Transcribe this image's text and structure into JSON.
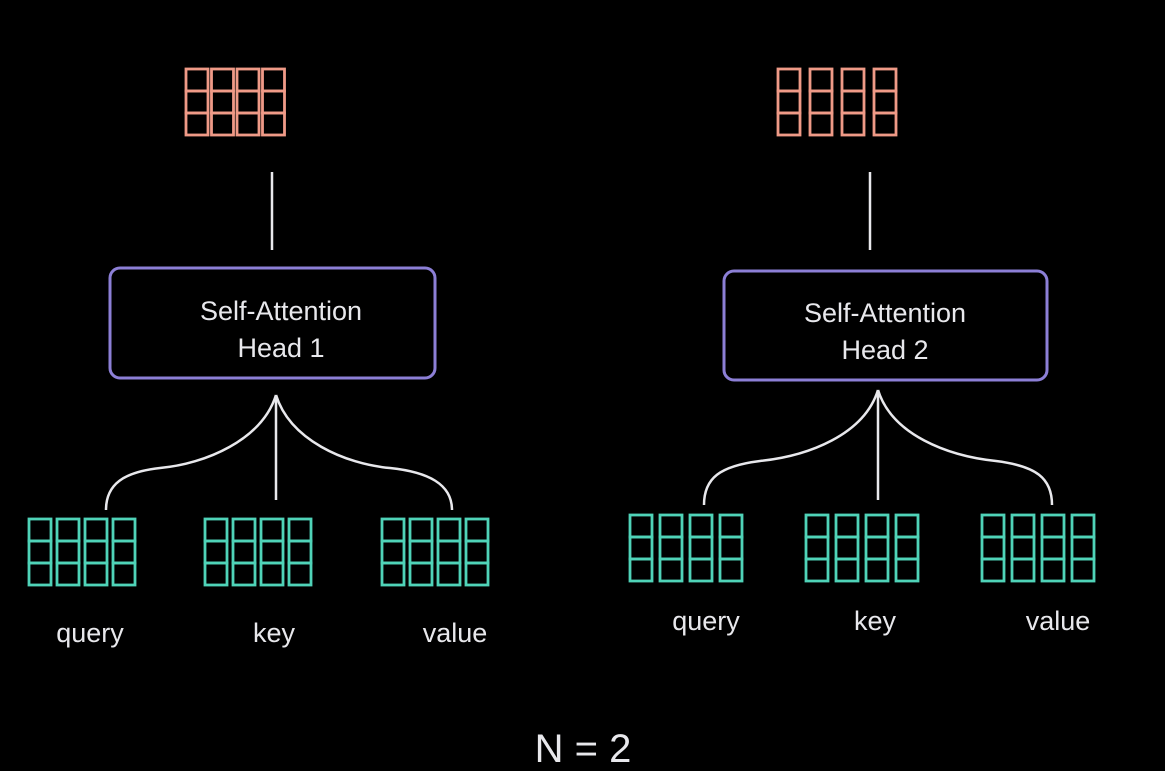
{
  "colors": {
    "background": "#000000",
    "output_vectors": "#ef9a87",
    "input_vectors": "#4fd3b8",
    "head_box_border": "#8c7fd6",
    "text": "#e8e8ec",
    "lines": "#e8e8ec"
  },
  "heads": [
    {
      "title_line1": "Self-Attention",
      "title_line2": "Head 1",
      "inputs": [
        {
          "label": "query"
        },
        {
          "label": "key"
        },
        {
          "label": "value"
        }
      ]
    },
    {
      "title_line1": "Self-Attention",
      "title_line2": "Head 2",
      "inputs": [
        {
          "label": "query"
        },
        {
          "label": "key"
        },
        {
          "label": "value"
        }
      ]
    }
  ],
  "n_label": "N = 2"
}
